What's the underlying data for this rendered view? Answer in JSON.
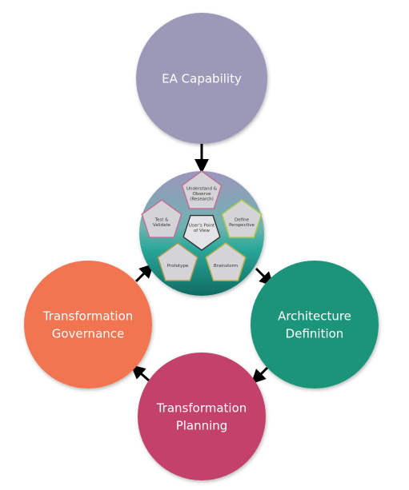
{
  "diagram": {
    "nodes": [
      {
        "id": "ea",
        "label_lines": [
          "EA Capability"
        ],
        "color": "#9b98b8"
      },
      {
        "id": "arch",
        "label_lines": [
          "Architecture",
          "Definition"
        ],
        "color": "#1a9479"
      },
      {
        "id": "plan",
        "label_lines": [
          "Transformation",
          "Planning"
        ],
        "color": "#c2426b"
      },
      {
        "id": "gov",
        "label_lines": [
          "Transformation",
          "Governance"
        ],
        "color": "#f17451"
      }
    ],
    "hub": {
      "top_color": "#9b96bb",
      "bottom_color": "#0f6c62",
      "center": {
        "label_lines": [
          "User's Point",
          "of View"
        ]
      },
      "pentagons": [
        {
          "id": "understand",
          "label_lines": [
            "Understand &",
            "Observe",
            "(Research)"
          ],
          "border": "#c0709a"
        },
        {
          "id": "define",
          "label_lines": [
            "Define",
            "Perspective"
          ],
          "border": "#a6c94f"
        },
        {
          "id": "brainstorm",
          "label_lines": [
            "Brainstorm"
          ],
          "border": "#b8b04a"
        },
        {
          "id": "prototype",
          "label_lines": [
            "Prototype"
          ],
          "border": "#a89a58"
        },
        {
          "id": "test",
          "label_lines": [
            "Test &",
            "Validate"
          ],
          "border": "#c0709a"
        }
      ]
    },
    "edges": [
      {
        "from": "ea",
        "to": "hub"
      },
      {
        "from": "hub",
        "to": "arch"
      },
      {
        "from": "arch",
        "to": "plan"
      },
      {
        "from": "plan",
        "to": "gov"
      },
      {
        "from": "gov",
        "to": "hub"
      }
    ]
  }
}
